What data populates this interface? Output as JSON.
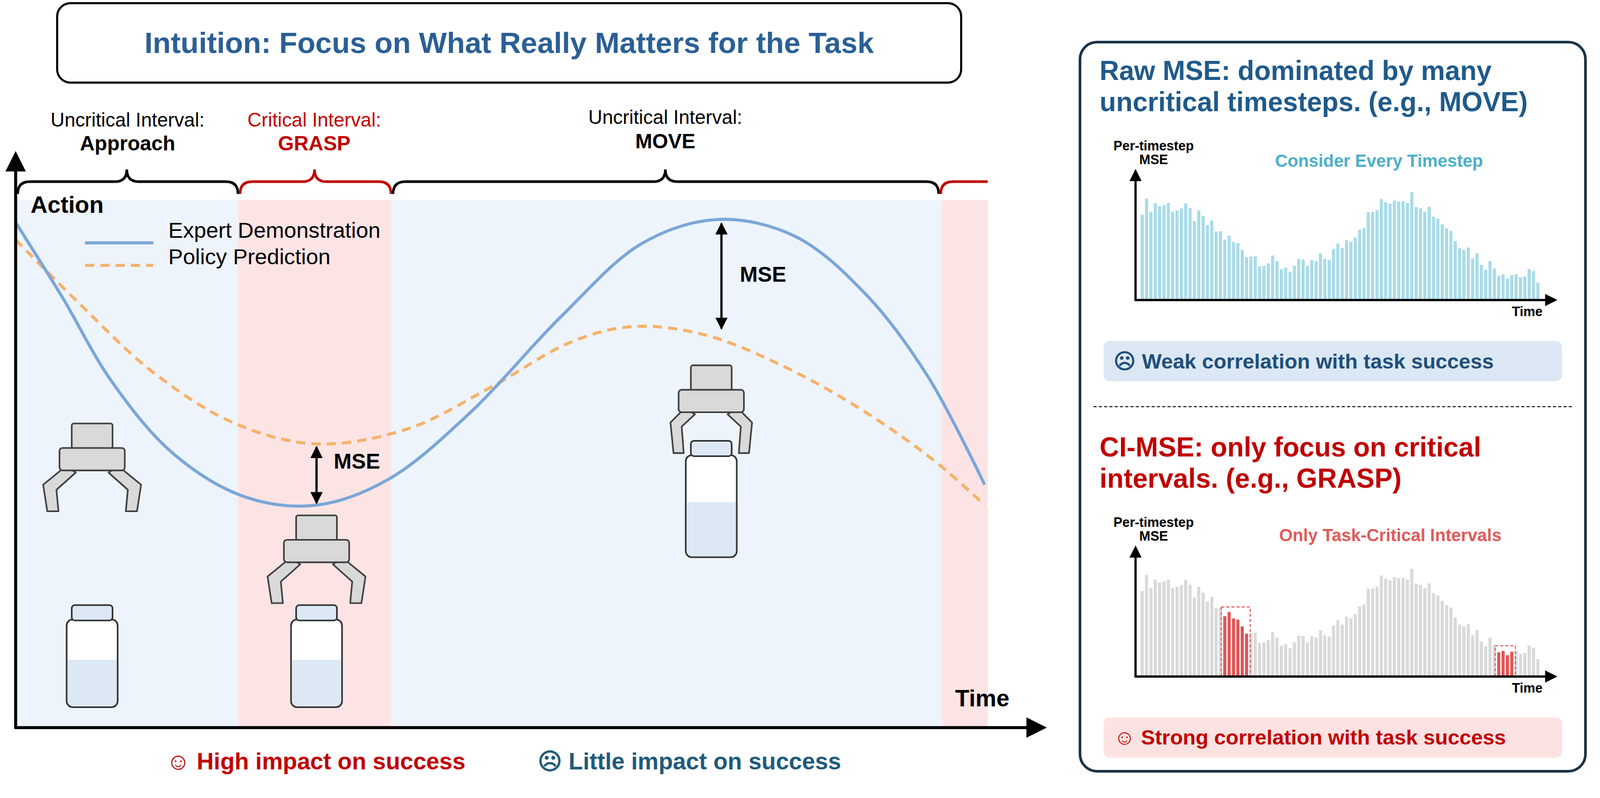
{
  "diagram": {
    "title": "Intuition: Focus on What Really Matters for the Task",
    "nodes": [
      {
        "text": [
          "Raw MSE: dominated by many uncritical timesteps. (e.g., MOVE)",
          "CI-MSE: only focus on critical intervals. (e.g., GRASP)"
        ]
      },
      {
        "text": [
          "☹ Weak correlation with task success"
        ],
        "in": 0
      },
      {
        "text": [
          "☺ Strong correlation with task success"
        ],
        "in": 0
      }
    ],
    "labels": [
      "Uncritical Interval:",
      "Approach",
      "Critical Interval:",
      "GRASP",
      "Uncritical Interval:",
      "MOVE",
      "Action",
      "MSE",
      "MSE",
      "Time",
      "☺ High impact on success",
      "☹ Little impact on success",
      "Per-timestep MSE",
      "Consider Every Timestep",
      "Time",
      "Per-timestep MSE",
      "Only Task-Critical Intervals",
      "Time"
    ],
    "legend": [
      {
        "text": "Expert Demonstration"
      },
      {
        "text": "Policy Prediction"
      }
    ]
  }
}
